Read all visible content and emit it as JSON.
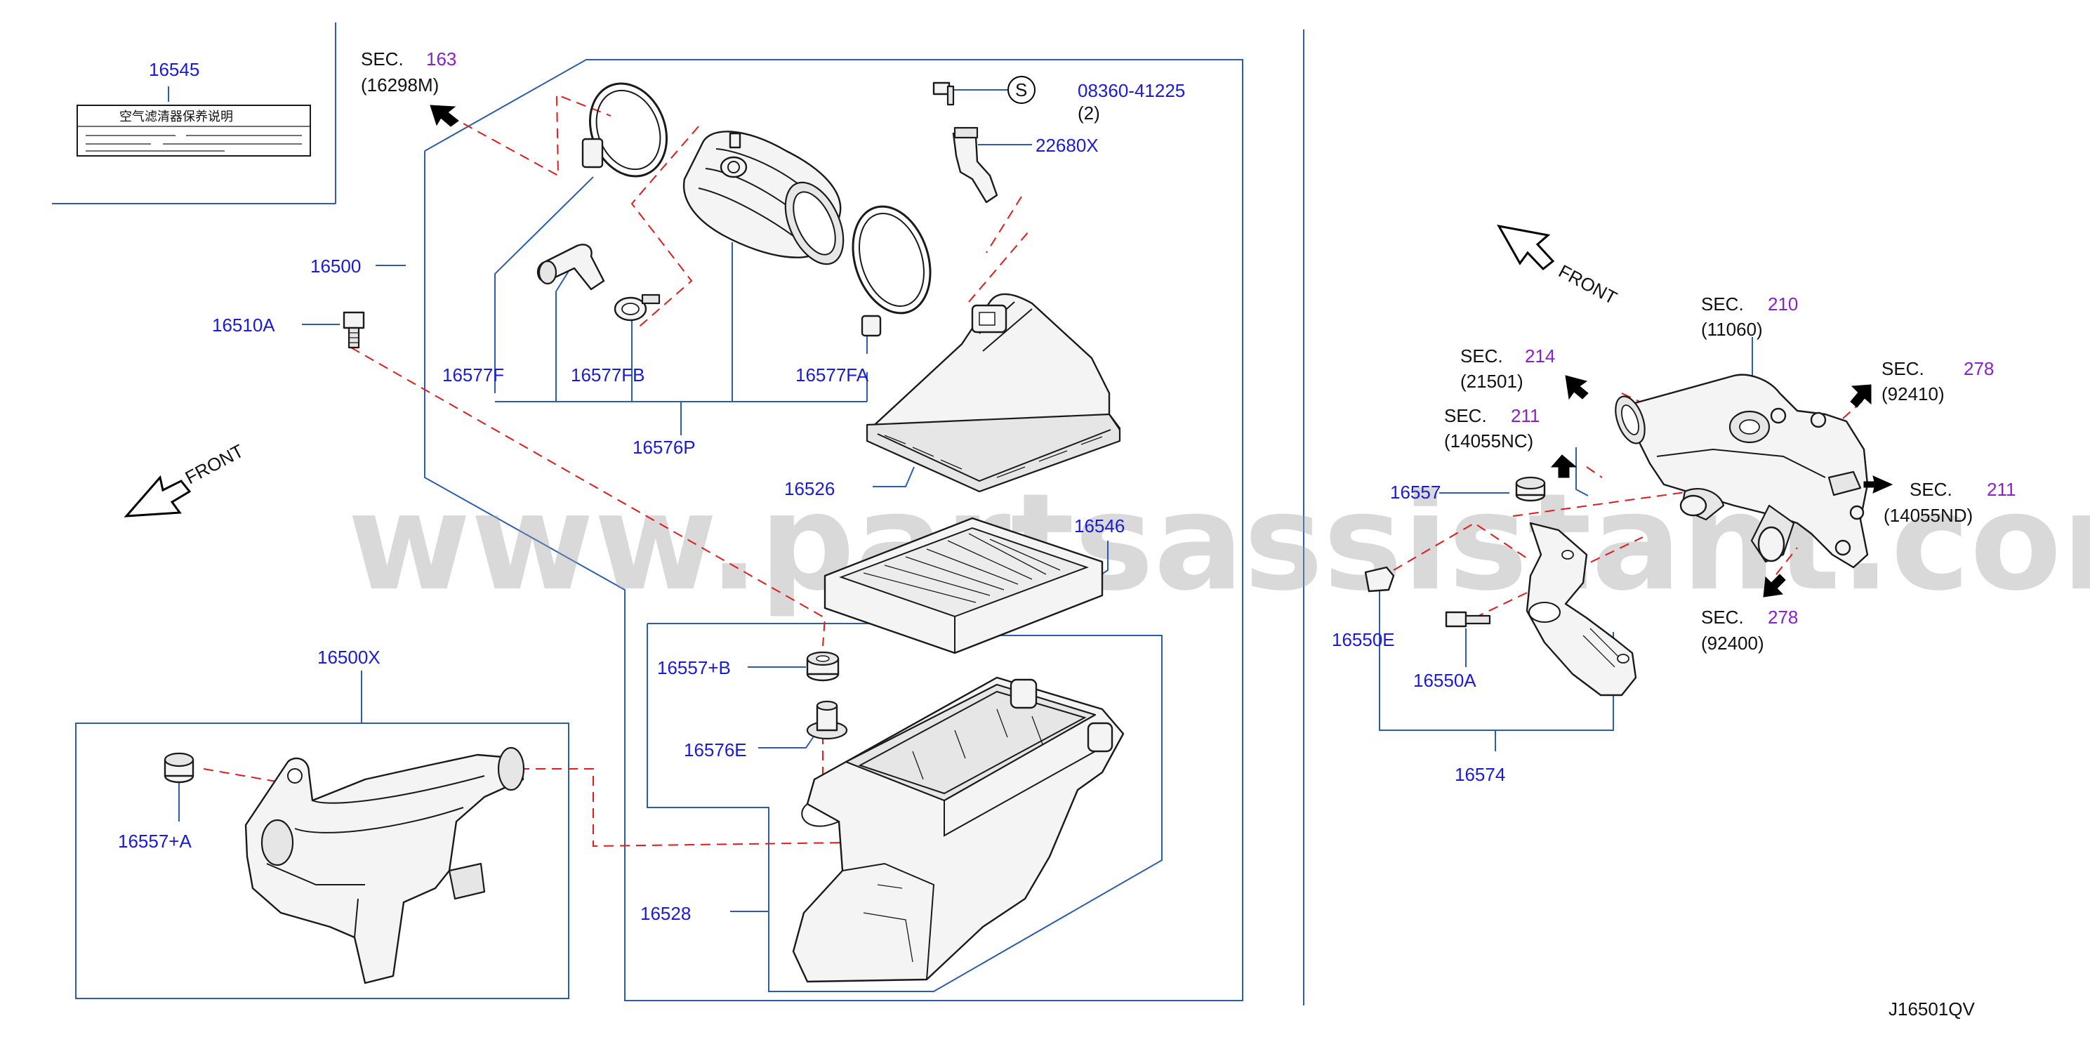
{
  "watermark": "www.partsassistant.com",
  "diagram_code": "J16501QV",
  "label_sheet_text": "空气滤清器保养说明",
  "front_labels": [
    "FRONT",
    "FRONT"
  ],
  "parts": {
    "p16545": "16545",
    "p16500": "16500",
    "p16510A": "16510A",
    "p16577F": "16577F",
    "p16577FB": "16577FB",
    "p16577FA": "16577FA",
    "p16576P": "16576P",
    "p16526": "16526",
    "p16546": "16546",
    "p16557B": "16557+B",
    "p16576E": "16576E",
    "p16528": "16528",
    "p16500X": "16500X",
    "p16557A": "16557+A",
    "p08360": "08360-41225",
    "p08360_qty": "(2)",
    "p22680X": "22680X",
    "p16557": "16557",
    "p16550E": "16550E",
    "p16550A": "16550A",
    "p16574": "16574",
    "s_symbol": "S"
  },
  "sections": [
    {
      "sec": "SEC.",
      "num": "163",
      "code": "(16298M)"
    },
    {
      "sec": "SEC.",
      "num": "210",
      "code": "(11060)"
    },
    {
      "sec": "SEC.",
      "num": "214",
      "code": "(21501)"
    },
    {
      "sec": "SEC.",
      "num": "211",
      "code": "(14055NC)"
    },
    {
      "sec": "SEC.",
      "num": "278",
      "code": "(92410)"
    },
    {
      "sec": "SEC.",
      "num": "211",
      "code": "(14055ND)"
    },
    {
      "sec": "SEC.",
      "num": "278",
      "code": "(92400)"
    }
  ]
}
